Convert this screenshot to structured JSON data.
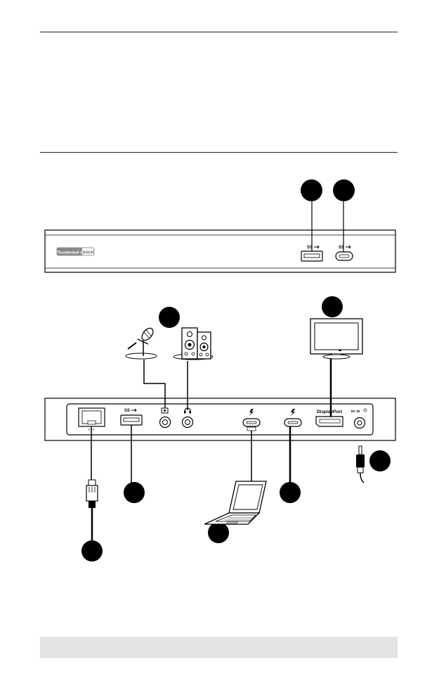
{
  "front_panel": {
    "brand_badge": "Thunderbolt 3",
    "brand_suffix": "DOCK",
    "usb_logo": "SS"
  },
  "rear_panel": {
    "displayport_label": "DisplayPort",
    "power_label": "DC IN",
    "thunderbolt_icon": "lightning-bolt-icon",
    "mic_icon": "microphone-jack-icon",
    "headphone_icon": "headphone-jack-icon",
    "lan_icon": "ethernet-port-icon"
  },
  "devices": [
    "microphone",
    "speakers",
    "monitor",
    "laptop",
    "ethernet-cable",
    "power-plug"
  ],
  "colors": {
    "line": "#000000",
    "panel": "#ffffff",
    "footer": "#e3e3e3"
  }
}
